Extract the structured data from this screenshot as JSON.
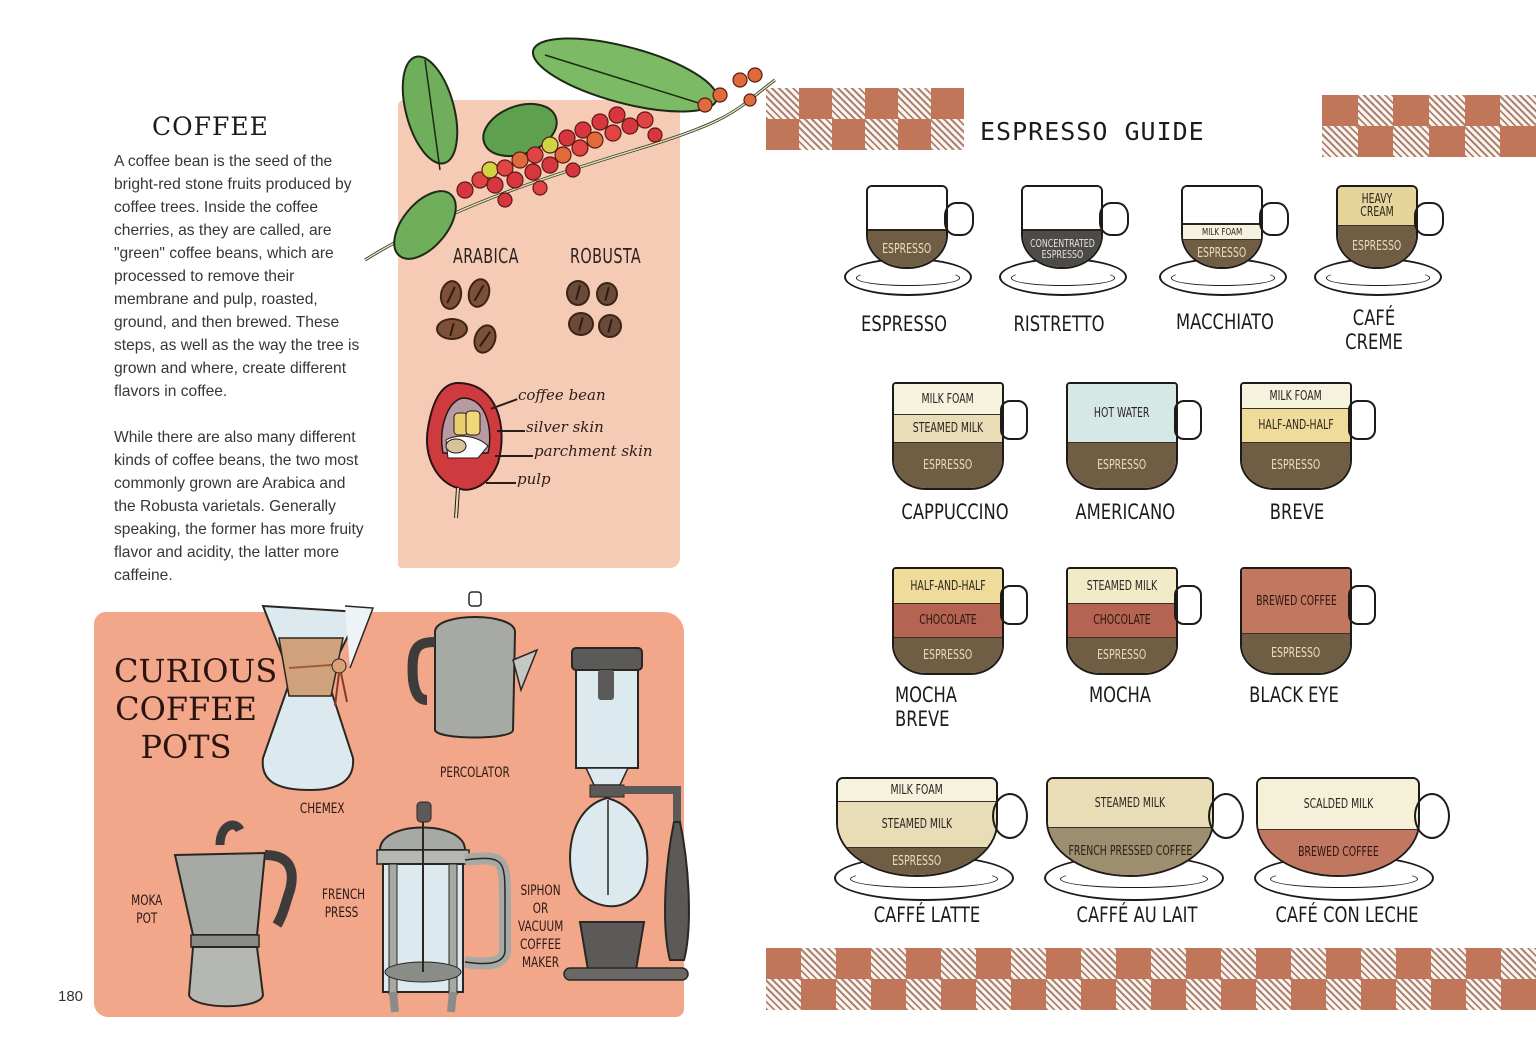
{
  "left_page": {
    "title": "COFFEE",
    "paragraphs": [
      "A coffee bean is the seed of the bright-red stone fruits produced by coffee trees. Inside the coffee cherries, as they are called, are \"green\" coffee beans, which are processed to remove their membrane and pulp, roasted, ground, and then brewed. These steps, as well as the way the tree is grown and where, create different flavors in coffee.",
      "While there are also many different kinds of coffee beans, the two most commonly grown are Arabica and the Robusta varietals. Generally speaking, the former has more fruity flavor and acidity, the latter more caffeine."
    ],
    "page_number": "180",
    "bean_types": [
      {
        "label": "ARABICA"
      },
      {
        "label": "ROBUSTA"
      }
    ],
    "cherry_anatomy": [
      "coffee bean",
      "silver skin",
      "parchment skin",
      "pulp"
    ],
    "pots_section": {
      "title": "CURIOUS COFFEE POTS",
      "pots": [
        {
          "label": "CHEMEX"
        },
        {
          "label": "PERCOLATOR"
        },
        {
          "label": "MOKA POT"
        },
        {
          "label": "FRENCH PRESS"
        },
        {
          "label": "SIPHON OR VACUUM COFFEE MAKER"
        }
      ]
    }
  },
  "right_page": {
    "title": "ESPRESSO GUIDE",
    "drinks": [
      {
        "name": "ESPRESSO",
        "layers": [
          "ESPRESSO"
        ]
      },
      {
        "name": "RISTRETTO",
        "layers": [
          "CONCENTRATED ESPRESSO"
        ]
      },
      {
        "name": "MACCHIATO",
        "layers": [
          "MILK FOAM",
          "ESPRESSO"
        ]
      },
      {
        "name": "CAFÉ CREME",
        "layers": [
          "HEAVY CREAM",
          "ESPRESSO"
        ]
      },
      {
        "name": "CAPPUCCINO",
        "layers": [
          "MILK FOAM",
          "STEAMED MILK",
          "ESPRESSO"
        ]
      },
      {
        "name": "AMERICANO",
        "layers": [
          "HOT WATER",
          "ESPRESSO"
        ]
      },
      {
        "name": "BREVE",
        "layers": [
          "MILK FOAM",
          "HALF-AND-HALF",
          "ESPRESSO"
        ]
      },
      {
        "name": "MOCHA BREVE",
        "layers": [
          "HALF-AND-HALF",
          "CHOCOLATE",
          "ESPRESSO"
        ]
      },
      {
        "name": "MOCHA",
        "layers": [
          "STEAMED MILK",
          "CHOCOLATE",
          "ESPRESSO"
        ]
      },
      {
        "name": "BLACK EYE",
        "layers": [
          "BREWED COFFEE",
          "ESPRESSO"
        ]
      },
      {
        "name": "CAFFÉ LATTE",
        "layers": [
          "MILK FOAM",
          "STEAMED MILK",
          "ESPRESSO"
        ]
      },
      {
        "name": "CAFFÉ AU LAIT",
        "layers": [
          "STEAMED MILK",
          "FRENCH PRESSED COFFEE"
        ]
      },
      {
        "name": "CAFÉ CON LECHE",
        "layers": [
          "SCALDED MILK",
          "BREWED COFFEE"
        ]
      }
    ]
  },
  "colors": {
    "checker_brown": "#c1765a",
    "panel_light_pink": "#f6cbb6",
    "panel_salmon": "#f2a68a",
    "espresso": "#6f5d44",
    "chocolate": "#b46450"
  }
}
